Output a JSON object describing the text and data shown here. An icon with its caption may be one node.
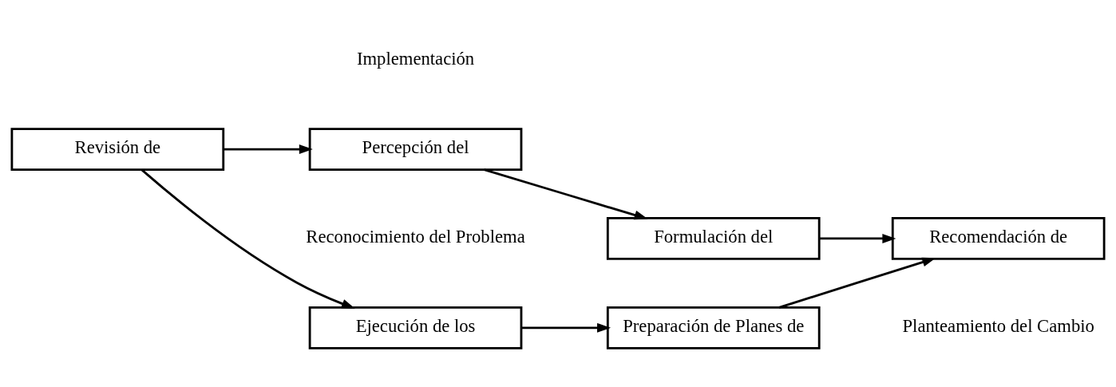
{
  "diagram": {
    "nodes": [
      {
        "text": [
          "Percepción del"
        ]
      },
      {
        "text": [
          "Revisión de"
        ]
      },
      {
        "text": [
          "Formulación del"
        ]
      },
      {
        "text": [
          "Ejecución de los"
        ]
      },
      {
        "text": [
          "Recomendación de"
        ]
      },
      {
        "text": [
          "Preparación de Planes de"
        ]
      }
    ],
    "edges": [
      {
        "from": 1,
        "to": 0,
        "arrow": "to"
      },
      {
        "from": 0,
        "to": 2,
        "arrow": "to"
      },
      {
        "from": 2,
        "to": 4,
        "arrow": "to"
      },
      {
        "from": 1,
        "to": 3,
        "arrow": "to"
      },
      {
        "from": 3,
        "to": 5,
        "arrow": "to"
      },
      {
        "from": 5,
        "to": 4,
        "arrow": "to"
      }
    ],
    "labels": [
      "Reconocimiento del Problema",
      "Implementación",
      "Planteamiento del Cambio"
    ]
  }
}
